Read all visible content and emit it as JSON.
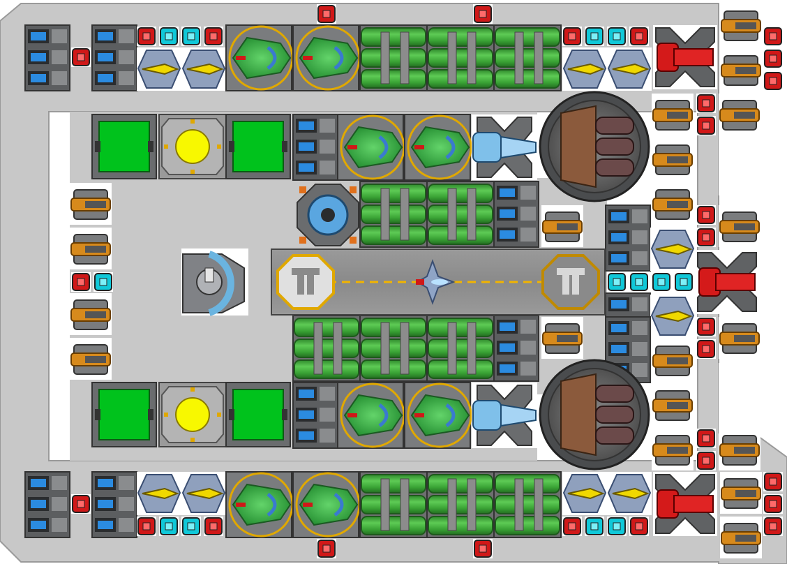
{
  "title": "",
  "colors": {
    "background": "#ffffff",
    "hull": "#c8c8c8",
    "hull_edge": "#9a9a9a",
    "module_gray": "#6e7072",
    "module_dark": "#4a4c4e",
    "tank_green": "#3fa83a",
    "tank_green_dark": "#2a7a28",
    "cockpit_green": "#35a540",
    "solar_green": "#00c21c",
    "reactor_yellow": "#f8f800",
    "gold": "#e0a800",
    "red_block": "#d01818",
    "cyan_block": "#10c8d8",
    "missile_yellow": "#f0d800",
    "thruster_blue": "#7fc0ea",
    "turret_red": "#d41a1a",
    "gatling_brown": "#8a5a3a",
    "hangar_deck": "#8c8c8c",
    "hangar_stripe": "#f2b400"
  },
  "modules": {
    "solar_panel": "solar-panel",
    "reactor": "reactor-core",
    "fuel_tank": "fuel-tank",
    "cockpit": "cockpit",
    "battery": "battery-cell",
    "flak_cannon": "flak-cannon",
    "missile_launcher": "missile-launcher",
    "laser_turret": "laser-turret",
    "gatling_turret": "gatling-turret",
    "ion_thruster": "ion-thruster",
    "shield_node": "shield-node",
    "armor_red": "armor-node-red",
    "armor_cyan": "armor-node-cyan",
    "command_dome": "command-dome",
    "hangar_bay": "hangar-bay",
    "fighter": "fighter-craft",
    "landing_marker": "landing-pad-marker"
  }
}
